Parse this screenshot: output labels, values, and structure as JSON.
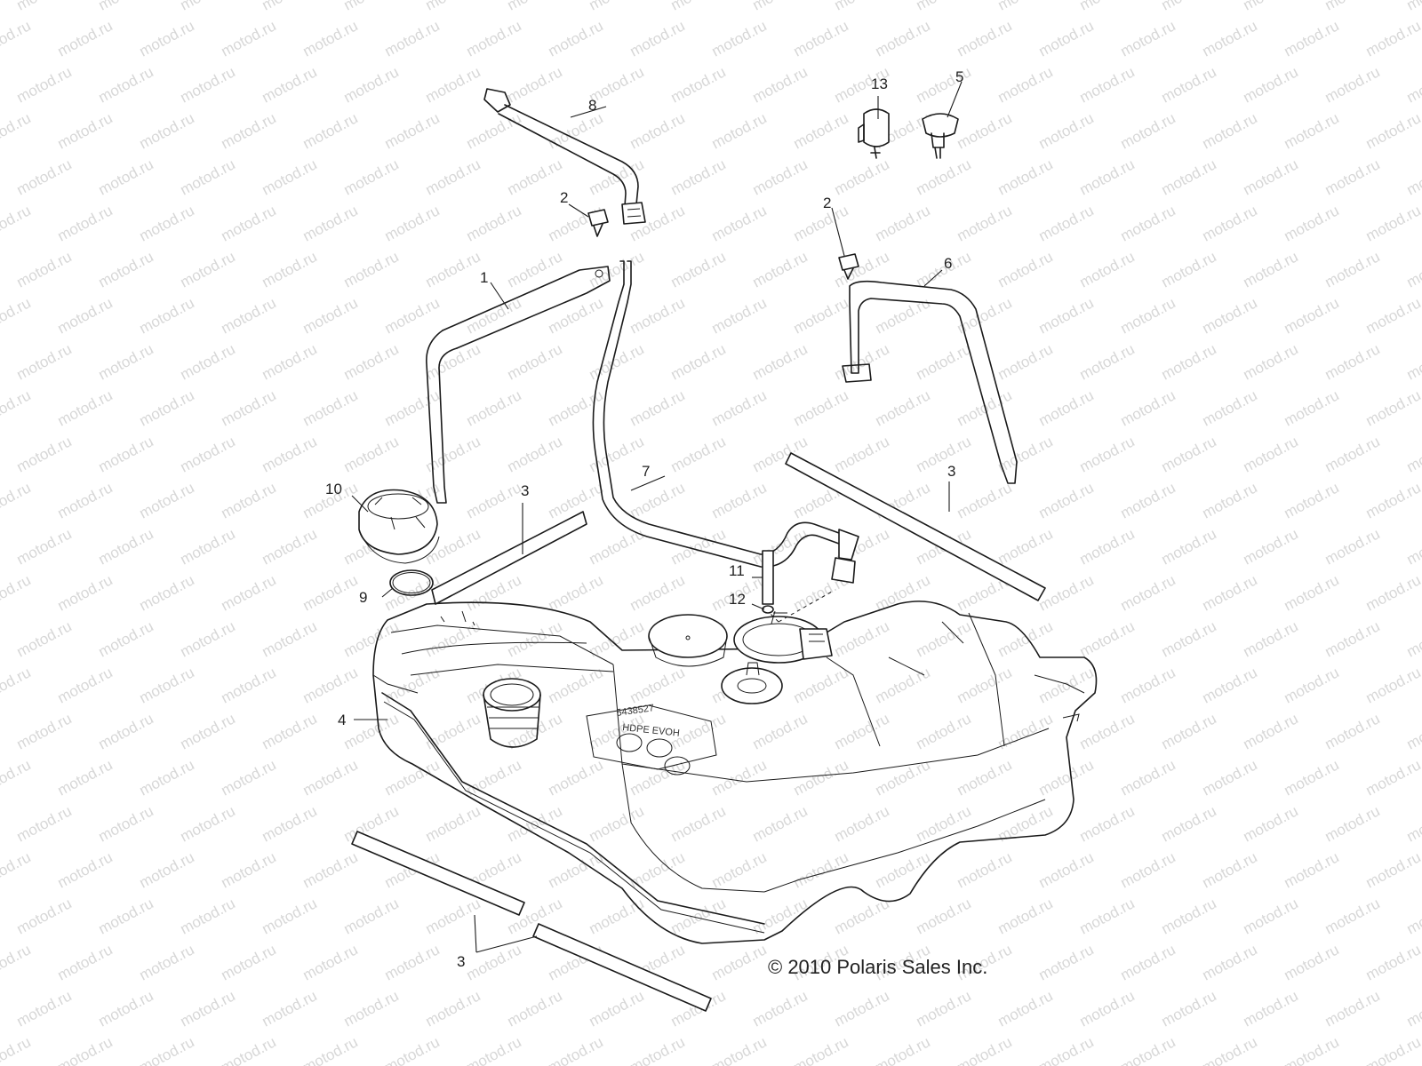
{
  "watermark": "motod.ru",
  "copyright": "© 2010 Polaris Sales Inc.",
  "callouts": {
    "p1": "1",
    "p2a": "2",
    "p2b": "2",
    "p3a": "3",
    "p3b": "3",
    "p3c": "3",
    "p4": "4",
    "p5": "5",
    "p6": "6",
    "p7": "7",
    "p8": "8",
    "p9": "9",
    "p10": "10",
    "p11": "11",
    "p12": "12",
    "p13": "13"
  },
  "tank_label": {
    "line1": "5438527",
    "line2": "HDPE EVOH"
  }
}
